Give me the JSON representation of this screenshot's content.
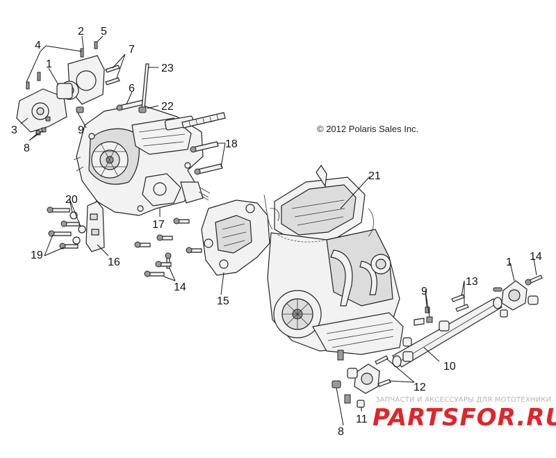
{
  "copyright": "© 2012 Polaris Sales Inc.",
  "watermark": {
    "caption": "ЗАПЧАСТИ И АКСЕССУАРЫ ДЛЯ МОТОТЕХНИКИ",
    "logo_text": "PARTSFOR.RU",
    "logo_color": "#e0252a",
    "caption_color": "#b5b5b5"
  },
  "callouts": {
    "c1a": "1",
    "c1b": "1",
    "c2": "2",
    "c3": "3",
    "c4": "4",
    "c5": "5",
    "c6": "6",
    "c7": "7",
    "c8a": "8",
    "c8b": "8",
    "c9a": "9",
    "c9b": "9",
    "c10": "10",
    "c11": "11",
    "c12": "12",
    "c13": "13",
    "c14a": "14",
    "c14b": "14",
    "c15": "15",
    "c16": "16",
    "c17": "17",
    "c18": "18",
    "c19": "19",
    "c20": "20",
    "c21": "21",
    "c22": "22",
    "c23": "23"
  }
}
